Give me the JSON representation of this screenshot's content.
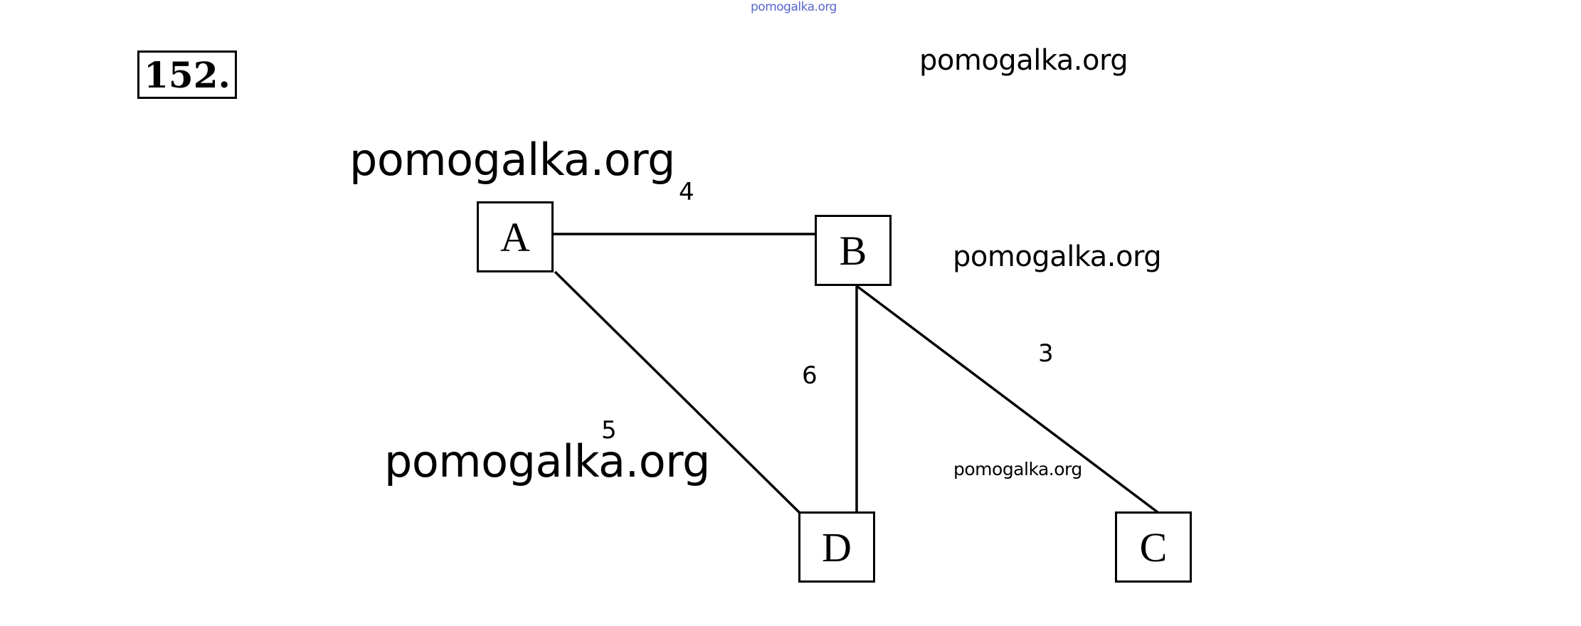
{
  "problem": {
    "number": "152."
  },
  "watermarks": {
    "top": "pomogalka.org",
    "a": "pomogalka.org",
    "b": "pomogalka.org",
    "c": "pomogalka.org",
    "d": "pomogalka.org",
    "e": "pomogalka.org"
  },
  "graph": {
    "nodes": [
      {
        "id": "A",
        "label": "A"
      },
      {
        "id": "B",
        "label": "B"
      },
      {
        "id": "C",
        "label": "C"
      },
      {
        "id": "D",
        "label": "D"
      }
    ],
    "edges": [
      {
        "from": "A",
        "to": "B",
        "weight": "4"
      },
      {
        "from": "A",
        "to": "D",
        "weight": "5"
      },
      {
        "from": "B",
        "to": "D",
        "weight": "6"
      },
      {
        "from": "B",
        "to": "C",
        "weight": "3"
      }
    ]
  }
}
